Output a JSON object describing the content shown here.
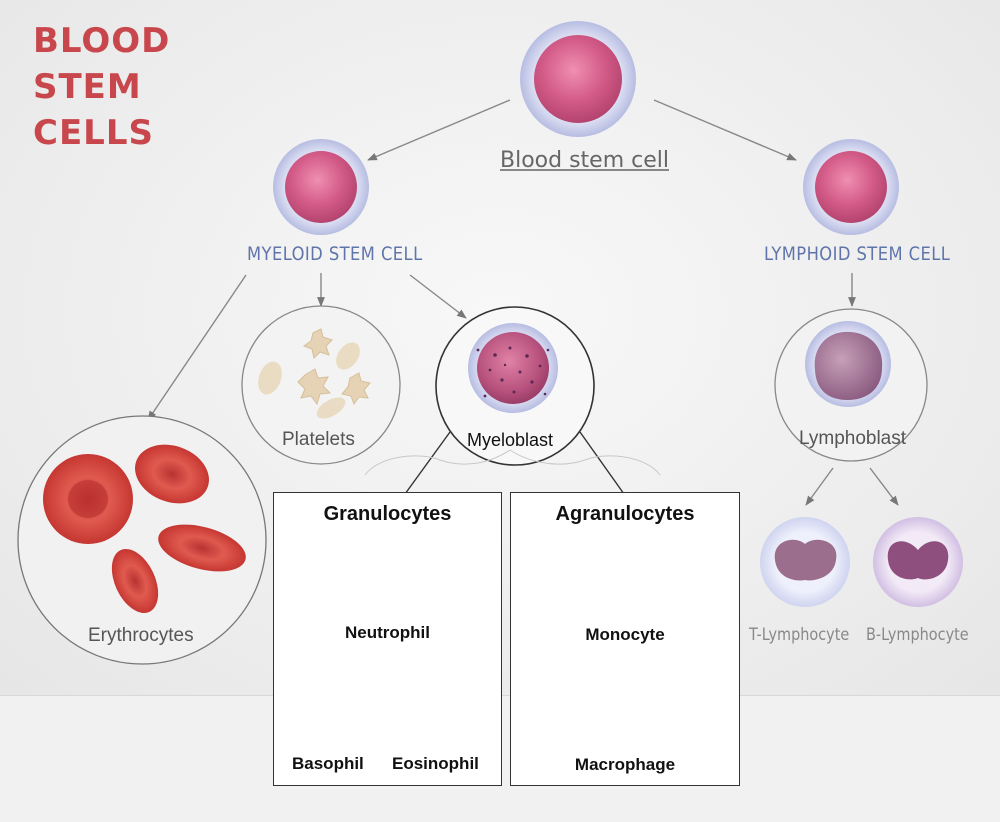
{
  "title": {
    "line1": "BLOOD",
    "line2": "STEM",
    "line3": "CELLS"
  },
  "nodes": {
    "blood_stem_cell": "Blood stem cell",
    "myeloid_stem_cell": "MYELOID STEM CELL",
    "lymphoid_stem_cell": "LYMPHOID STEM CELL",
    "platelets": "Platelets",
    "myeloblast": "Myeloblast",
    "lymphoblast": "Lymphoblast",
    "erythrocytes": "Erythrocytes",
    "t_lymphocyte": "T-Lymphocyte",
    "b_lymphocyte": "B-Lymphocyte"
  },
  "granulocytes": {
    "heading": "Granulocytes",
    "neutrophil": "Neutrophil",
    "basophil": "Basophil",
    "eosinophil": "Eosinophil"
  },
  "agranulocytes": {
    "heading": "Agranulocytes",
    "monocyte": "Monocyte",
    "macrophage": "Macrophage"
  },
  "colors": {
    "title": "#c8474c",
    "branch_label": "#5f74aa",
    "cell_pink": "#d25a86",
    "cell_membrane": "#c9cdea",
    "erythrocyte": "#d8463e",
    "nucleus_purple": "#5e3a78",
    "macrophage_blue": "#3d8fdc",
    "macrophage_nucleus": "#c8682c"
  }
}
